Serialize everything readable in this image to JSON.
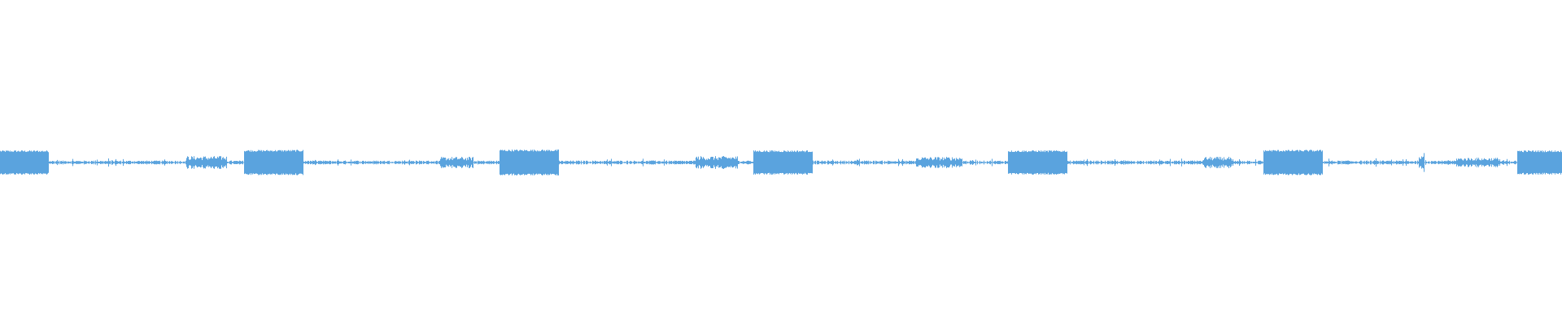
{
  "waveform": {
    "color": "#5aa3de",
    "background": "#ffffff",
    "duration_fraction_total": 1.0,
    "loud_segments": [
      {
        "start": 0.0,
        "end": 0.031,
        "level": 0.075
      },
      {
        "start": 0.1562,
        "end": 0.194,
        "level": 0.078
      },
      {
        "start": 0.3195,
        "end": 0.3573,
        "level": 0.08
      },
      {
        "start": 0.4822,
        "end": 0.52,
        "level": 0.075
      },
      {
        "start": 0.6453,
        "end": 0.6833,
        "level": 0.075
      },
      {
        "start": 0.8084,
        "end": 0.8464,
        "level": 0.078
      },
      {
        "start": 0.971,
        "end": 1.0,
        "level": 0.075
      }
    ],
    "medium_segments": [
      {
        "start": 0.119,
        "end": 0.145,
        "level": 0.04
      },
      {
        "start": 0.282,
        "end": 0.303,
        "level": 0.035
      },
      {
        "start": 0.445,
        "end": 0.472,
        "level": 0.04
      },
      {
        "start": 0.586,
        "end": 0.616,
        "level": 0.035
      },
      {
        "start": 0.77,
        "end": 0.788,
        "level": 0.035
      },
      {
        "start": 0.908,
        "end": 0.9115,
        "level": 0.06
      },
      {
        "start": 0.932,
        "end": 0.96,
        "level": 0.03
      }
    ],
    "quiet_level": 0.012
  }
}
